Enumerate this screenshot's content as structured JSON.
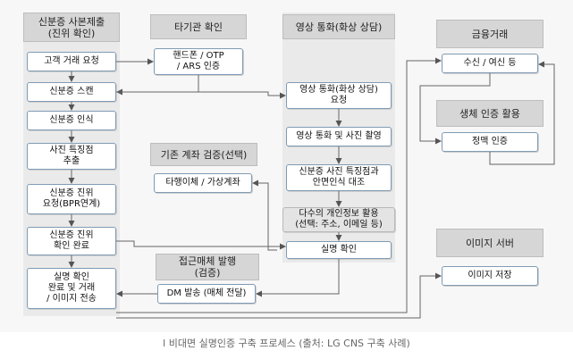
{
  "columns": {
    "id_submit": "신분증 사본제출\n(진위 확인)",
    "other_org": "타기관 확인",
    "video_call": "영상 통화(화상 상담)",
    "finance": "금융거래",
    "biometric": "생체 인증 활용",
    "existing_account": "기존 계좌 검증(선택)",
    "access_media": "접근매체 발행\n(검증)",
    "image_server": "이미지 서버"
  },
  "boxes": {
    "request": "고객 거래 요청",
    "scan": "신분증 스캔",
    "recognize": "신분증 인식",
    "photo_extract": "사진 특징점\n추출",
    "bpr_request": "신분증 진위\n요청(BPR연계)",
    "verify_done": "신분증 진위\n확인 완료",
    "transmit": "실명 확인\n완료 및 거래\n/ 이미지 전송",
    "phone_otp": "핸드폰 / OTP\n/ ARS 인증",
    "video_request": "영상 통화(화상 상담)\n요청",
    "video_shoot": "영상 통화 및 사진 촬영",
    "face_match": "신분증 사진 특징점과\n안면인식 대조",
    "personal_info": "다수의 개인정보 활용\n(선택: 주소, 이메일 등)",
    "realname_check": "실명 확인",
    "transfer": "타행이체 / 가상계좌",
    "dm_send": "DM 발송 (매체 전달)",
    "deposit": "수신 / 여신 등",
    "vein": "정맥 인증",
    "image_store": "이미지 저장"
  },
  "caption": "l 비대면 실명인증 구축 프로세스 (출처: LG CNS 구축 사례)"
}
